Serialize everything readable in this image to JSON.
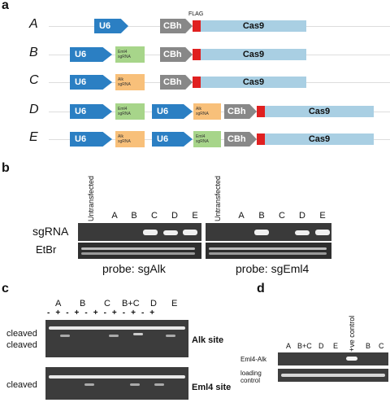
{
  "panel_a": {
    "letter": "a",
    "flag_label": "FLAG",
    "rows": [
      {
        "label": "A",
        "elements": [
          "U6",
          "CBh",
          "Cas9"
        ]
      },
      {
        "label": "B",
        "elements": [
          "U6",
          "Eml4 sgRNA",
          "CBh",
          "Cas9"
        ]
      },
      {
        "label": "C",
        "elements": [
          "U6",
          "Alk sgRNA",
          "CBh",
          "Cas9"
        ]
      },
      {
        "label": "D",
        "elements": [
          "U6",
          "Eml4 sgRNA",
          "U6",
          "Alk sgRNA",
          "CBh",
          "Cas9"
        ]
      },
      {
        "label": "E",
        "elements": [
          "U6",
          "Alk sgRNA",
          "U6",
          "Eml4 sgRNA",
          "CBh",
          "Cas9"
        ]
      }
    ],
    "u6": "U6",
    "cbh": "CBh",
    "cas9": "Cas9",
    "eml4_sg_l1": "Eml4",
    "eml4_sg_l2": "sgRNA",
    "alk_sg_l1": "Alk",
    "alk_sg_l2": "sgRNA"
  },
  "panel_b": {
    "letter": "b",
    "untransfected": "Untransfected",
    "lanes": [
      "A",
      "B",
      "C",
      "D",
      "E"
    ],
    "sgRNA": "sgRNA",
    "etbr": "EtBr",
    "probe_left": "probe: sgAlk",
    "probe_right": "probe: sgEml4"
  },
  "panel_c": {
    "letter": "c",
    "groups": [
      "A",
      "B",
      "C",
      "B+C",
      "D",
      "E"
    ],
    "minus": "-",
    "plus": "+",
    "cleaved": "cleaved",
    "alk_site": "Alk site",
    "eml4_site": "Eml4 site"
  },
  "panel_d": {
    "letter": "d",
    "lanes": [
      "A",
      "B+C",
      "D",
      "E"
    ],
    "control_label": "+ve control",
    "lanes_right": [
      "B",
      "C"
    ],
    "row1": "Eml4-Alk",
    "row2_l1": "loading",
    "row2_l2": "control"
  }
}
